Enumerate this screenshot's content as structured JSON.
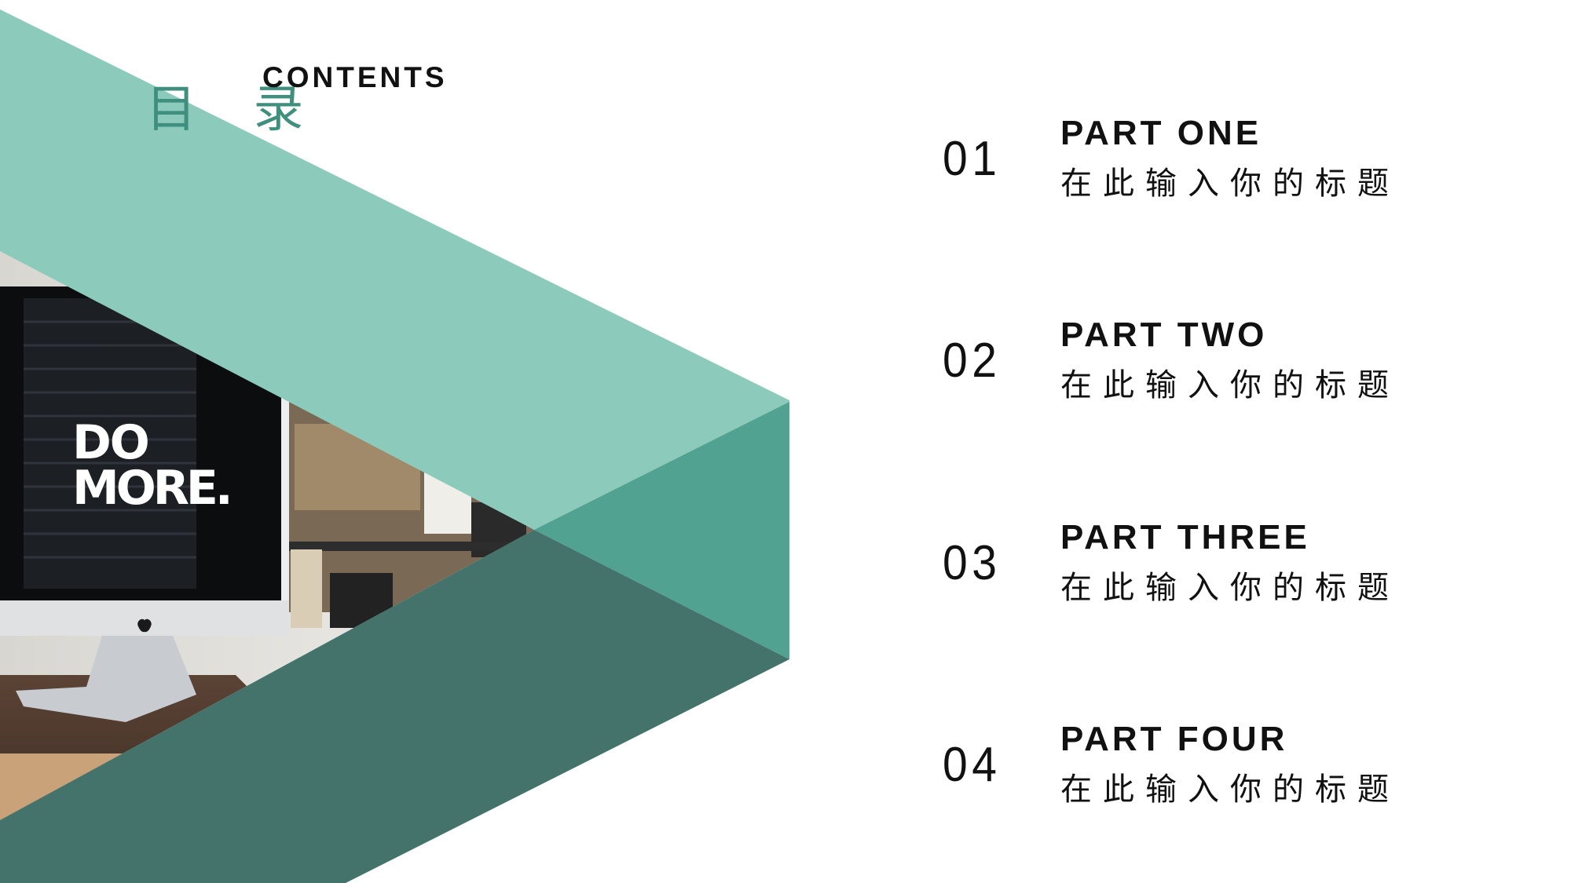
{
  "heading": {
    "title_cn": "目 录",
    "title_en": "CONTENTS"
  },
  "photo": {
    "screen_text_line1": "DO",
    "screen_text_line2": "MORE."
  },
  "toc": [
    {
      "number": "01",
      "part": "PART ONE",
      "subtitle": "在此输入你的标题"
    },
    {
      "number": "02",
      "part": "PART TWO",
      "subtitle": "在此输入你的标题"
    },
    {
      "number": "03",
      "part": "PART THREE",
      "subtitle": "在此输入你的标题"
    },
    {
      "number": "04",
      "part": "PART FOUR",
      "subtitle": "在此输入你的标题"
    }
  ],
  "colors": {
    "light_teal": "#8ccbbc",
    "mid_teal": "#52a291",
    "dark_teal": "#44736b",
    "heading_teal": "#3f8f7f",
    "text": "#111111",
    "background": "#ffffff"
  }
}
